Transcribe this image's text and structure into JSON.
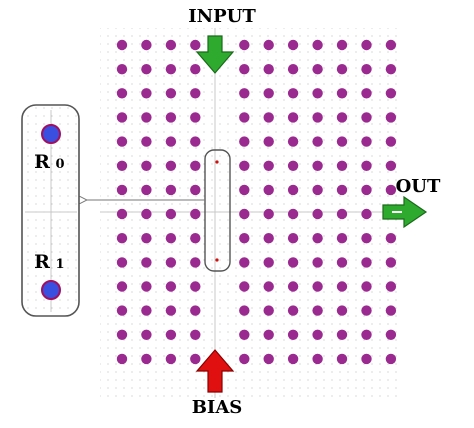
{
  "labels": {
    "input": "INPUT",
    "output": "OUT",
    "bias": "BIAS",
    "r0_main": "R",
    "r0_sub": "0",
    "r1_main": "R",
    "r1_sub": "1"
  },
  "colors": {
    "rod": "#9a2a8f",
    "arrow_input": "#2eaa2e",
    "arrow_output": "#2eaa2e",
    "arrow_bias": "#e01010",
    "ring_rod_fill": "#3a4fe0",
    "ring_rod_edge": "#a01060",
    "cavity_marker": "#d01010",
    "frame_stroke": "#555555",
    "grid_dot": "#b0b0b0",
    "axis_line": "#b8b8b8"
  },
  "lattice": {
    "columns": 12,
    "rows": 14,
    "removed_column": 4
  },
  "icons": {
    "input": "arrow-down-icon",
    "output": "arrow-right-icon",
    "bias": "arrow-up-icon"
  }
}
